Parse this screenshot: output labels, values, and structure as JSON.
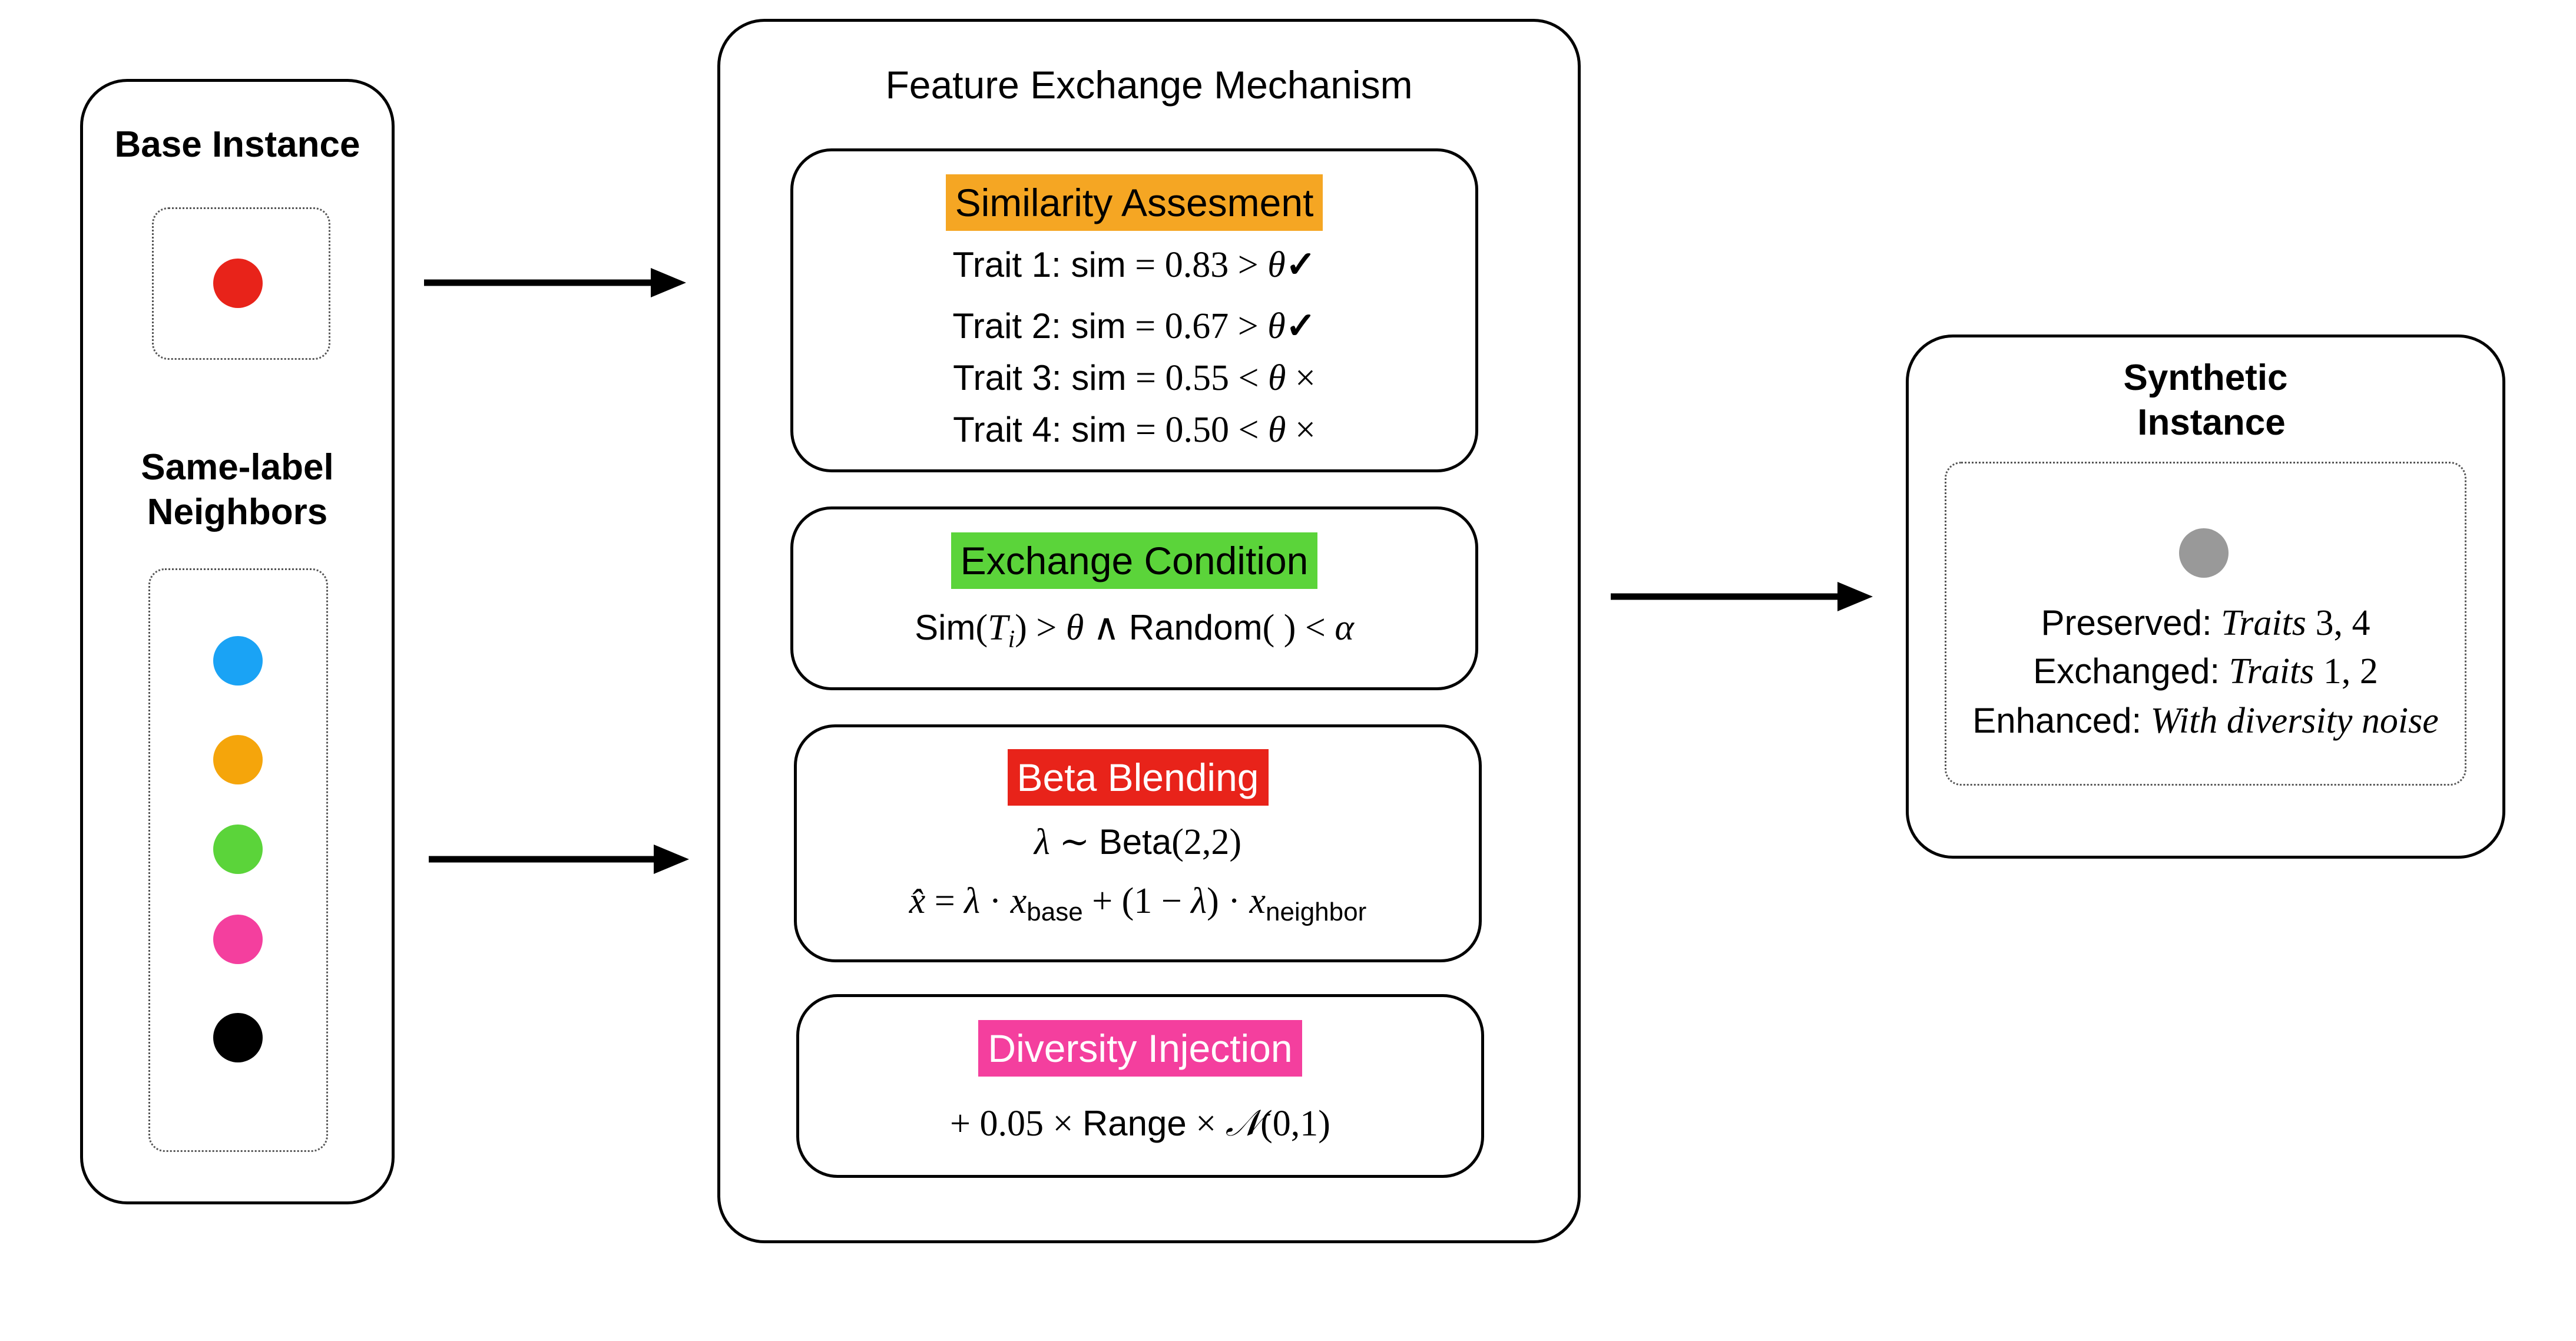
{
  "left_panel": {
    "base_title": "Base Instance",
    "neighbors_title_line1": "Same-label",
    "neighbors_title_line2": "Neighbors",
    "base_color": "#e8231a",
    "neighbor_colors": [
      "#1aa3f5",
      "#f5a50b",
      "#5bd43a",
      "#f43f9e",
      "#000000"
    ]
  },
  "mechanism": {
    "title": "Feature Exchange Mechanism",
    "similarity": {
      "label": "Similarity Assesment",
      "color": "#f5a623",
      "rows": [
        {
          "trait": "Trait 1: sim",
          "value": "0.83",
          "op": ">",
          "mark": "✓"
        },
        {
          "trait": "Trait 2: sim",
          "value": "0.67",
          "op": ">",
          "mark": "✓"
        },
        {
          "trait": "Trait 3: sim",
          "value": "0.55",
          "op": "<",
          "mark": "×"
        },
        {
          "trait": "Trait 4: sim",
          "value": "0.50",
          "op": "<",
          "mark": "×"
        }
      ]
    },
    "exchange": {
      "label": "Exchange Condition",
      "color": "#5bd43a",
      "sim_word": "Sim",
      "random_word": "Random"
    },
    "beta": {
      "label": "Beta Blending",
      "color": "#e8231a",
      "beta_word": "Beta",
      "beta_params": "(2,2)",
      "sub_base": "base",
      "sub_neighbor": "neighbor"
    },
    "diversity": {
      "label": "Diversity Injection",
      "color": "#f43f9e",
      "coef": "0.05",
      "range_word": "Range",
      "normal_params": "(0,1)"
    }
  },
  "synthetic": {
    "title_line1": "Synthetic",
    "title_line2": "Instance",
    "dot_color": "#999999",
    "preserved_label": "Preserved:",
    "preserved_word": "Traits",
    "preserved_nums": "3, 4",
    "exchanged_label": "Exchanged:",
    "exchanged_word": "Traits",
    "exchanged_nums": "1, 2",
    "enhanced_label": "Enhanced:",
    "enhanced_value": "With diversity noise"
  }
}
